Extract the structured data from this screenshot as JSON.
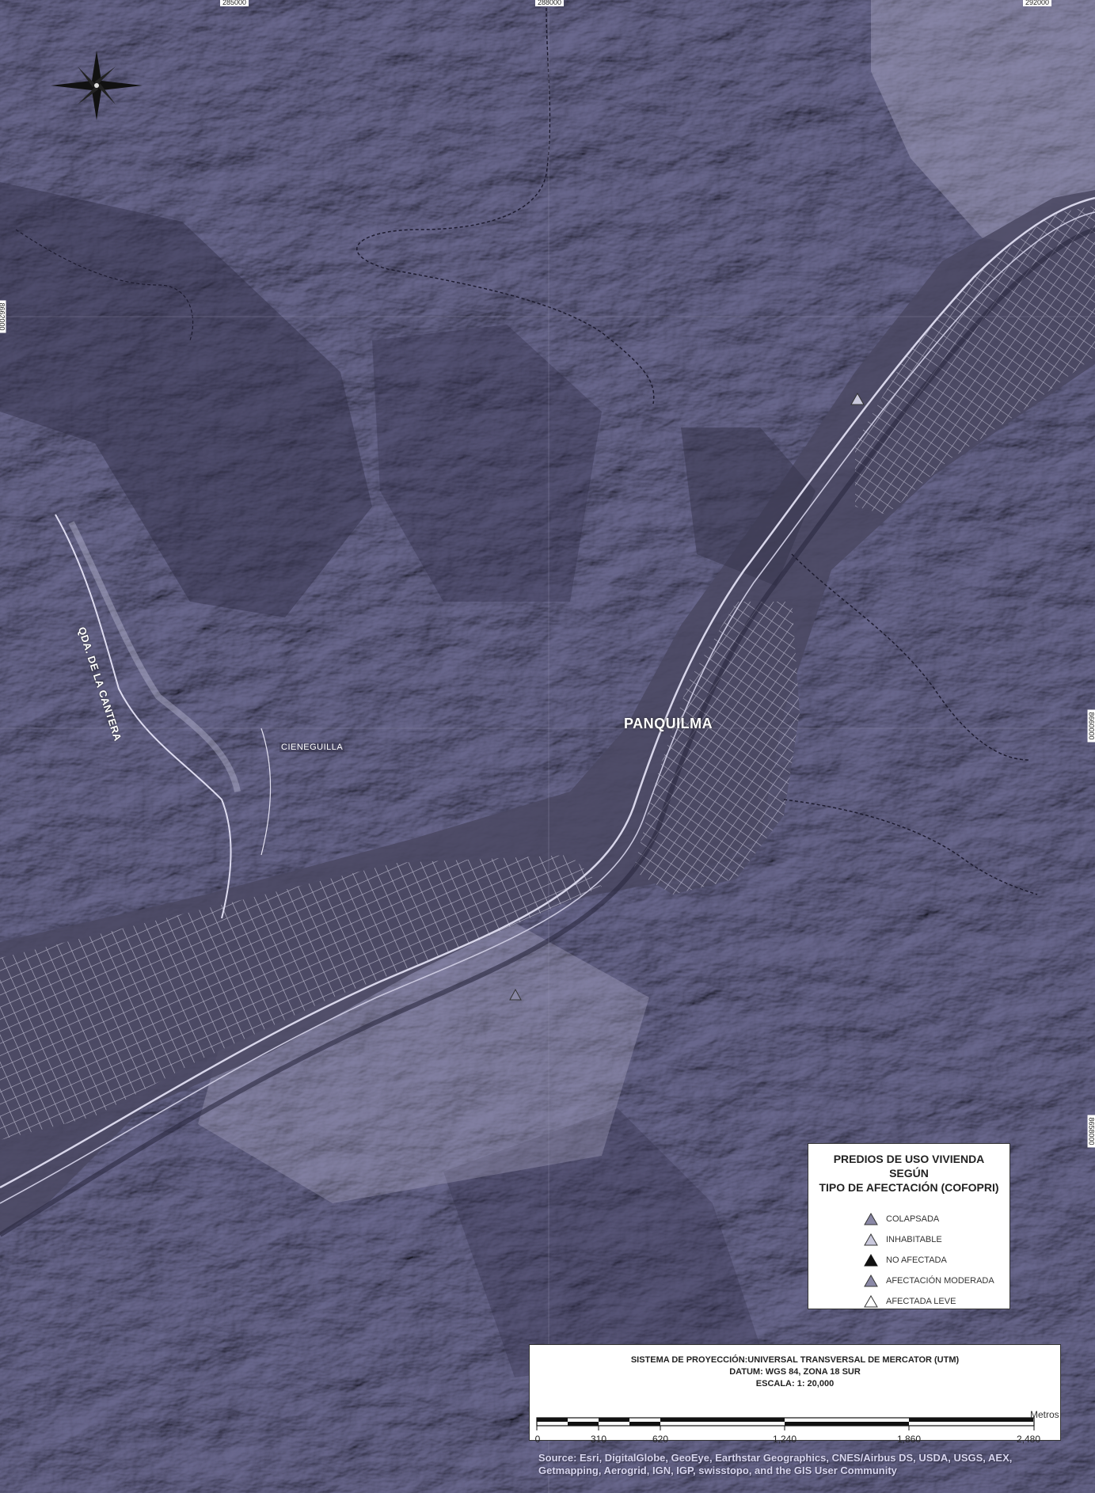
{
  "map": {
    "coordinates": {
      "top_left": "285000",
      "top_center": "288000",
      "top_right": "292000",
      "left_upper": "8662000",
      "right_middle": "8660000",
      "right_lower": "8658000"
    },
    "places": {
      "quebrada": "QDA. DE LA CANTERA",
      "cieneguilla": "CIENEGUILLA",
      "panquilma": "PANQUILMA"
    }
  },
  "legend": {
    "title_line1": "PREDIOS DE USO VIVIENDA SEGÚN",
    "title_line2": "TIPO DE AFECTACIÓN (COFOPRI)",
    "items": [
      {
        "label": "COLAPSADA",
        "color": "#8a88a6"
      },
      {
        "label": "INHABITABLE",
        "color": "#c9c8dc"
      },
      {
        "label": "NO AFECTADA",
        "color": "#111111"
      },
      {
        "label": "AFECTACIÓN MODERADA",
        "color": "#8a88a6"
      },
      {
        "label": "AFECTADA LEVE",
        "color": "#ffffff"
      }
    ]
  },
  "projection": {
    "line1": "SISTEMA DE PROYECCIÓN:UNIVERSAL TRANSVERSAL DE MERCATOR (UTM)",
    "line2": "DATUM: WGS 84,  ZONA 18 SUR",
    "line3": "ESCALA: 1: 20,000"
  },
  "scale": {
    "unit": "Metros",
    "ticks": [
      "0",
      "310",
      "620",
      "1,240",
      "1,860",
      "2,480"
    ]
  },
  "source": {
    "line1": "Source: Esri, DigitalGlobe, GeoEye, Earthstar Geographics, CNES/Airbus DS, USDA, USGS, AEX,",
    "line2": "Getmapping, Aerogrid, IGN, IGP, swisstopo, and the GIS User Community"
  },
  "colors": {
    "terrain_dark": "#3f3d57",
    "terrain_mid": "#6a6886",
    "terrain_light": "#a9a7c2",
    "roads": "#e6e4f2"
  }
}
